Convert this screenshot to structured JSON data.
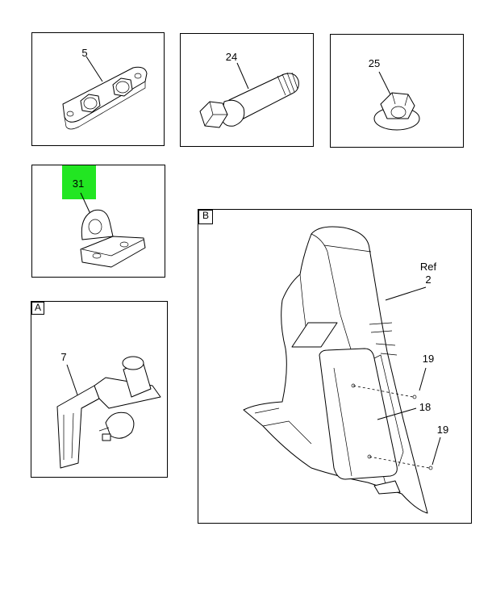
{
  "panels": {
    "p5": {
      "callout": "5"
    },
    "p24": {
      "callout": "24"
    },
    "p25": {
      "callout": "25"
    },
    "p31": {
      "callout": "31",
      "highlight_color": "#22e622"
    },
    "pA": {
      "tag": "A",
      "callout": "7"
    },
    "pB": {
      "tag": "B",
      "callouts": {
        "ref_label": "Ref",
        "ref_num": "2",
        "c19a": "19",
        "c18": "18",
        "c19b": "19"
      }
    }
  }
}
